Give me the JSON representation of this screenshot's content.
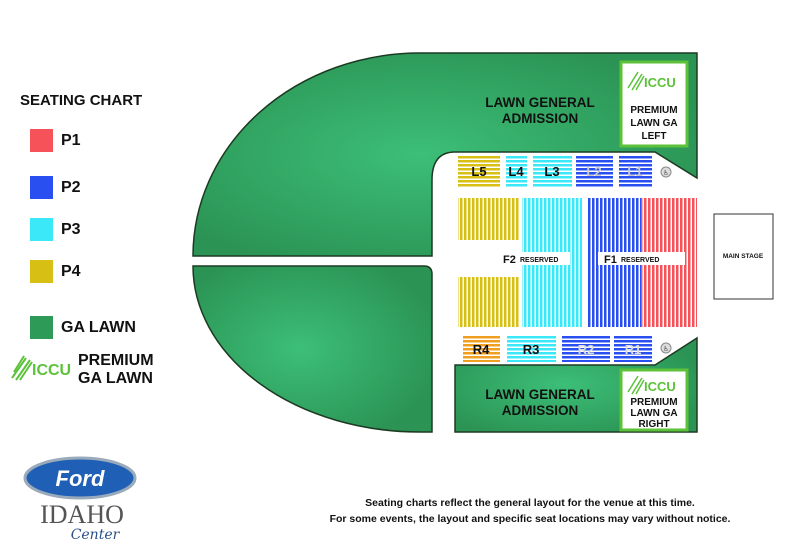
{
  "legend": {
    "title": "SEATING CHART",
    "items": [
      {
        "label": "P1",
        "color": "#f5525a"
      },
      {
        "label": "P2",
        "color": "#2a4ff0"
      },
      {
        "label": "P3",
        "color": "#3ae8f8"
      },
      {
        "label": "P4",
        "color": "#d8bf14"
      },
      {
        "label": "GA LAWN",
        "color": "#2e9a58"
      }
    ],
    "premium_logo": "ICCU",
    "premium_label_1": "PREMIUM",
    "premium_label_2": "GA LAWN"
  },
  "map": {
    "lawn_top_1": "LAWN GENERAL",
    "lawn_top_2": "ADMISSION",
    "lawn_bottom_1": "LAWN GENERAL",
    "lawn_bottom_2": "ADMISSION",
    "premium_left": {
      "logo": "ICCU",
      "l1": "PREMIUM",
      "l2": "LAWN GA",
      "l3": "LEFT"
    },
    "premium_right": {
      "logo": "ICCU",
      "l1": "PREMIUM",
      "l2": "LAWN GA",
      "l3": "RIGHT"
    },
    "left_sections": [
      "L5",
      "L4",
      "L3",
      "L2",
      "L1"
    ],
    "right_sections": [
      "R4",
      "R3",
      "R2",
      "R1"
    ],
    "floor": {
      "f2": "F2",
      "f1": "F1",
      "reserved": "RESERVED"
    },
    "stage": "MAIN STAGE",
    "colors": {
      "lawn": "#2e9a58",
      "p1": "#f5525a",
      "p2": "#2a4ff0",
      "p3": "#3ae8f8",
      "p4": "#d8bf14",
      "orange": "#f0a020"
    }
  },
  "logo": {
    "brand": "Ford",
    "venue": "IDAHO",
    "sub": "Center"
  },
  "footnote": {
    "line1": "Seating charts reflect the general layout for the venue at this time.",
    "line2": "For some events, the layout and specific seat locations may vary without notice."
  }
}
